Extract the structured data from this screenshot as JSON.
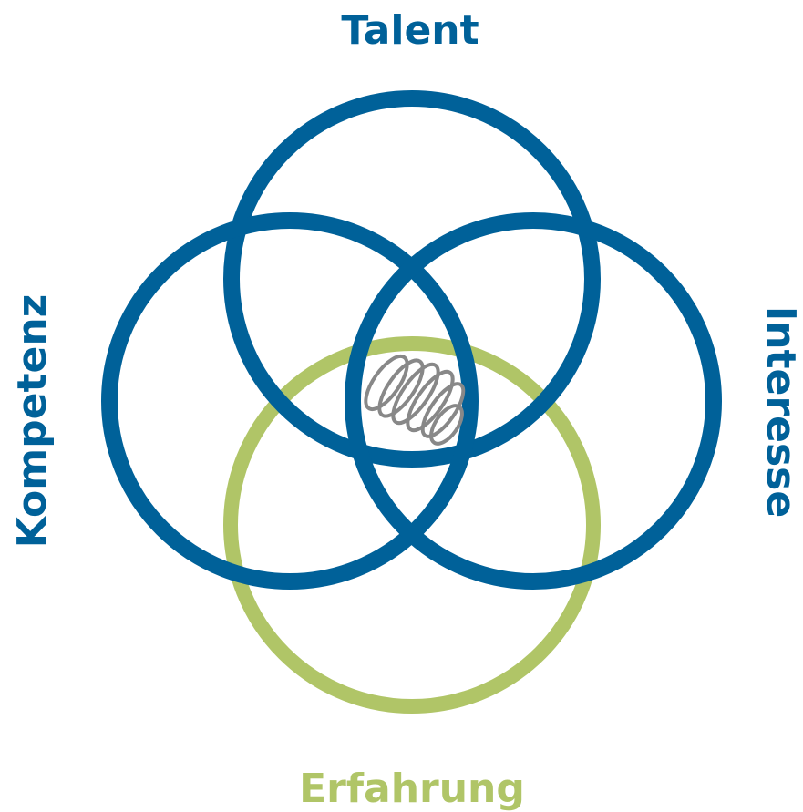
{
  "diagram": {
    "labels": {
      "top": "Talent",
      "left": "Kompetenz",
      "right": "Interesse",
      "bottom": "Erfahrung"
    },
    "colors": {
      "primary": "#006199",
      "accent": "#b0c567",
      "center_scribble": "#888888",
      "background": "#ffffff"
    },
    "circles": [
      {
        "name": "Talent",
        "color_key": "primary"
      },
      {
        "name": "Kompetenz",
        "color_key": "primary"
      },
      {
        "name": "Interesse",
        "color_key": "primary"
      },
      {
        "name": "Erfahrung",
        "color_key": "accent"
      }
    ]
  }
}
